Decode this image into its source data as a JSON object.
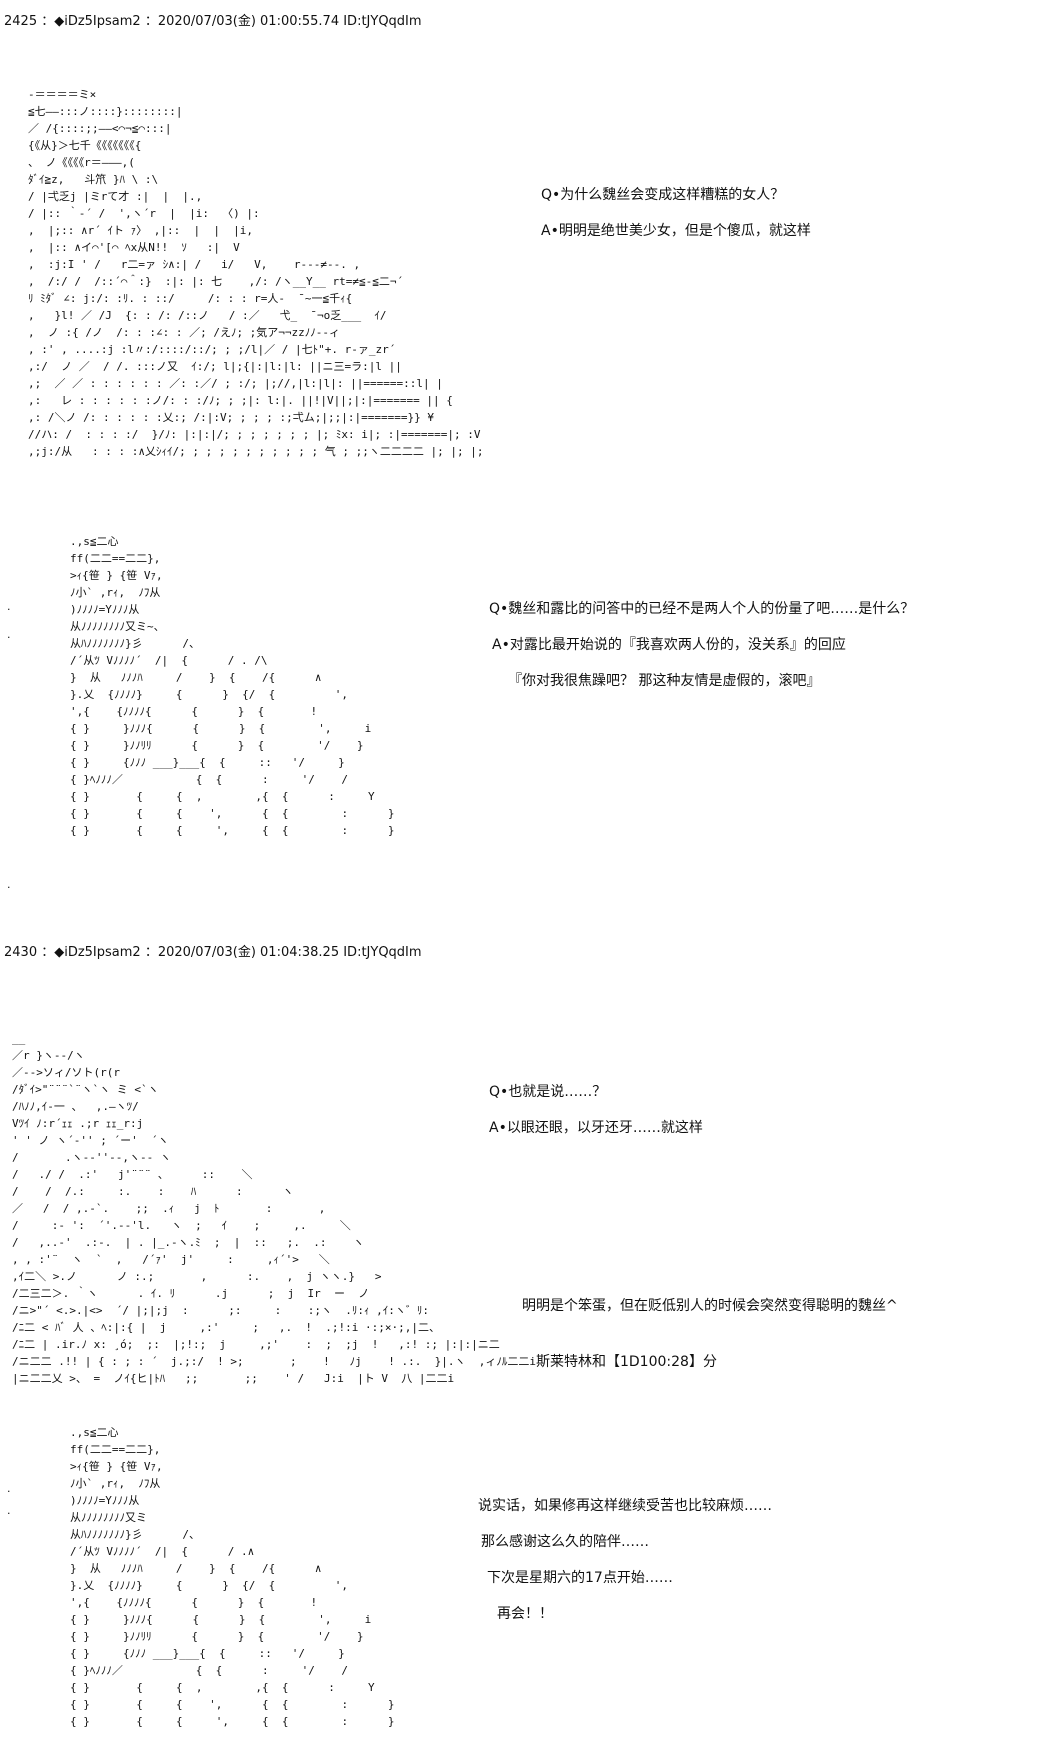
{
  "post1": {
    "header": "2425 ：◆iDz5Ipsam2 ：2020/07/03(金) 01:00:55.74 ID:tJYQqdIm",
    "aa1": [
      "-＝＝＝＝ミ×",
      "≦七——:::ノ::::}::::::::|",
      "／ /{::::;;——<⌒¬≦⌒:::|",
      "{《从}＞七千《《《《《《《{",
      "、 ノ《《《《r＝———,(",
      "ﾀﾞｲ≧z,   斗笊 }ﾊ \\ :\\",
      "/ |弌乏j |ミrて才 :|  |  |.,",
      "/ |:: ｀-´ /  ',ヽ´r  |  |i:  〈) |:",
      ",  |;:: ∧r´ ｲト ｧ〉 ,|::  |  |  |i,",
      ",  |:: ∧イ⌒'[⌒ ﾍx从N!!  ｿ   :|  V",
      ",  :j:I ' /   r二=ァ ｼ∧:| /   i/   V,    r---≠--. ,",
      ",  /:/ /  /::´⌒＾:}  :|: |: 七    ,/: /ヽ__Y__ rt=≠≦-≦二¬´",
      "ﾘ ﾐﾀﾞ ∠: j:/: :ﾘ. : ::/     /: : : r=人‐  ̄ ~一≦千ｨ{",
      ",   }l! ／ /J  {: : /: /::ノ   / :／   弋_  ̄ ¬o乏___  ｲ/",
      ",  ノ :{ /ノ  /: : :∠: : ／; /えﾉ; ;気ア¬¬zzﾉﾉ--ィ",
      ", :' , ....:j :l〃:/::::/::/; ; ;/l|／ / |七ﾄ\"+. r-ァ_zr´",
      ",:/  ノ ／  / /. :::ノ又  ｲ:/; l|;{|:|l:|l: ||ニ三=ラ:|l ||",
      ",;  ／ ／ : : : : : : ／: :／/ ; :/; |;//,|l:|l|: ||======::l| |",
      ",:   レ : : : : : :ノ/: : :/ﾉ; ; ;|: l:|. ||!|V||;|:|======= || {",
      ",: /＼ノ /: : : : : :乂:; /:|:V; ; ; ; :;弌ム;|;;|:|=======}} ¥",
      "//ハ: /  : : : :/  }/ﾉ: |:|:|/; ; ; ; ; ; ; |; ﾐx: i|; :|=======|; :V",
      ",;j:/从   : : : :∧乂ｼｨｲ/; ; ; ; ; ; ; ; ; ; ; 气 ; ;;ヽ二二二二 |; |; |;"
    ],
    "qa1": [
      "Q•为什么魏丝会变成这样糟糕的女人？",
      "A•明明是绝世美少女，但是个傻瓜，就这样"
    ],
    "aa2": [
      ".,s≦二心",
      "ff(二二==二二},",
      ">ｨ{笹 } {笹 Vｧ,",
      "ﾉ小` ,rｨ,  ﾉﾌ从",
      ")ﾉﾉﾉﾉ=Yﾉﾉﾉ从",
      "从ﾉﾉﾉﾉﾉﾉﾉﾉ又ミ~、",
      "从ﾊﾉﾉﾉﾉﾉﾉﾉ}彡      /、",
      "/´从ﾂ Vﾉﾉﾉﾉ´  /|  {      / . /\\",
      "}  从   ﾉﾉﾉﾊ     /    }  {    /{      ∧",
      "}.乂  {ﾉﾉﾉﾉ}     {      }  {/  {         ',",
      "',{    {ﾉﾉﾉﾉ{      {      }  {       !",
      "{ }     }ﾉﾉﾉ{      {      }  {        ',     i",
      "{ }     }ﾉﾉﾘﾘ      {      }  {        '/    }",
      "{ }     {ﾉﾉﾉ ___}___{  {     ::   '/     }",
      "{ }ﾍﾉﾉﾉ／           {  {      :     '/    /",
      "{ }       {     {  ,        ,{  {      :     Y",
      "{ }       {     {    ',      {  {        :      }",
      "{ }       {     {     ',     {  {        :      }"
    ],
    "qa2": [
      "Q•魏丝和露比的问答中的已经不是两人个人的份量了吧……是什么？",
      "A•对露比最开始说的『我喜欢两人份的，没关系』的回应",
      "『你对我很焦躁吧？  那这种友情是虚假的，滚吧』"
    ]
  },
  "post2": {
    "header": "2430 ：◆iDz5Ipsam2 ：2020/07/03(金) 01:04:38.25 ID:tJYQqdIm",
    "aa3": [
      "__",
      "／r }ヽ--/ヽ",
      "／-->ソィ/ソト(r(r",
      "/ﾀﾞｲ>\"¨¨¨`¨ヽ`ヽ ミ <`ヽ",
      "/ﾊﾉﾉ,ｲ-一 、  ,.—ヽﾂ/",
      "Vﾂｲ ﾉ:r´ｪｪ .;r ｪｪ_r:j",
      "' ' ノ ヽ´‐'' ; ´ー'  ´ヽ",
      "/       .ヽ--''--,ヽ-- ヽ",
      "/   ./ /  .:'   j'¨¨¨ 、     ::    ＼",
      "/    /  /.:     :.    :    ﾊ      :      ヽ",
      "／   /  / ,.-`.    ;;  .ｨ   j  ﾄ       :       ,",
      "/     :‐ ':  ´'.--'l.   ヽ  ;   ｲ    ;     ,.     ＼",
      "/   ,..-'  .:-.  | . |_.-ヽ.ﾐ  ;  |  ::   ;.  .:    ヽ",
      ", , :'¨  ヽ  `  ,   /´ｧ'  j'     :     ,ｨ´'>   ＼",
      ",ｲ二＼ >.ノ      ノ :.;       ,      :.    ,  j ヽヽ.}   >",
      "/二三二＞. ｀ヽ      . ｲ. ﾘ      .j      ;  j  Ir  ー  ノ",
      "/ニ>\"´ <.>.|<>  ´/ |;|;j  :      ;:     :    :;ヽ  .ﾘ:ｨ ,ｲ:ヽ゛ﾘ:",
      "/ﾆ二 < ﾊﾞ 人 、ﾍ:|:{ |  j     ,:'     ;   ,.  !  .;!:i ·:;×·;,|二、",
      "/ﾆ二 | .ir.ﾉ x: ¸ó;  ;:  |;!:;  j     ,;'    :  ;  ;j  !   ,:! :; |:|:|ニ二",
      "/ニ二二 .!! | { : ; : ´  j.;:/  ! >;       ;    !   ﾉj    ! .:.  }|.ヽ  ,ィﾉﾙ二二i",
      "|ニ二二乂 >、 =  ノｲ{ヒ|ﾄﾊ   ;;       ;;    ' /   J:i  |ト V  八 |二二i"
    ],
    "qa3": [
      "Q•也就是说……？",
      "A•以眼还眼，以牙还牙……就这样"
    ],
    "text4": [
      "明明是个笨蛋，但在贬低别人的时候会突然变得聪明的魏丝^",
      "斯莱特林和【1D100:28】分"
    ],
    "aa4": [
      ".,s≦二心",
      "ff(二二==二二},",
      ">ｨ{笹 } {笹 Vｧ,",
      "ﾉ小` ,rｨ,  ﾉﾌ从",
      ")ﾉﾉﾉﾉ=Yﾉﾉﾉ从",
      "从ﾉﾉﾉﾉﾉﾉﾉﾉ又ミ",
      "从ﾊﾉﾉﾉﾉﾉﾉﾉ}彡      /、",
      "/´从ﾂ Vﾉﾉﾉﾉ´  /|  {      / .∧",
      "}  从   ﾉﾉﾉﾊ     /    }  {    /{      ∧",
      "}.乂  {ﾉﾉﾉﾉ}     {      }  {/  {         ',",
      "',{    {ﾉﾉﾉﾉ{      {      }  {       !",
      "{ }     }ﾉﾉﾉ{      {      }  {        ',     i",
      "{ }     }ﾉﾉﾘﾘ      {      }  {        '/    }",
      "{ }     {ﾉﾉﾉ ___}___{  {     ::   '/     }",
      "{ }ﾍﾉﾉﾉ／           {  {      :     '/    /",
      "{ }       {     {  ,        ,{  {      :     Y",
      "{ }       {     {    ',      {  {        :      }",
      "{ }       {     {     ',     {  {        :      }"
    ],
    "text5": [
      "说实话，如果修再这样继续受苦也比较麻烦……",
      "那么感谢这么久的陪伴……",
      "下次是星期六的17点开始……",
      "再会！！"
    ]
  }
}
